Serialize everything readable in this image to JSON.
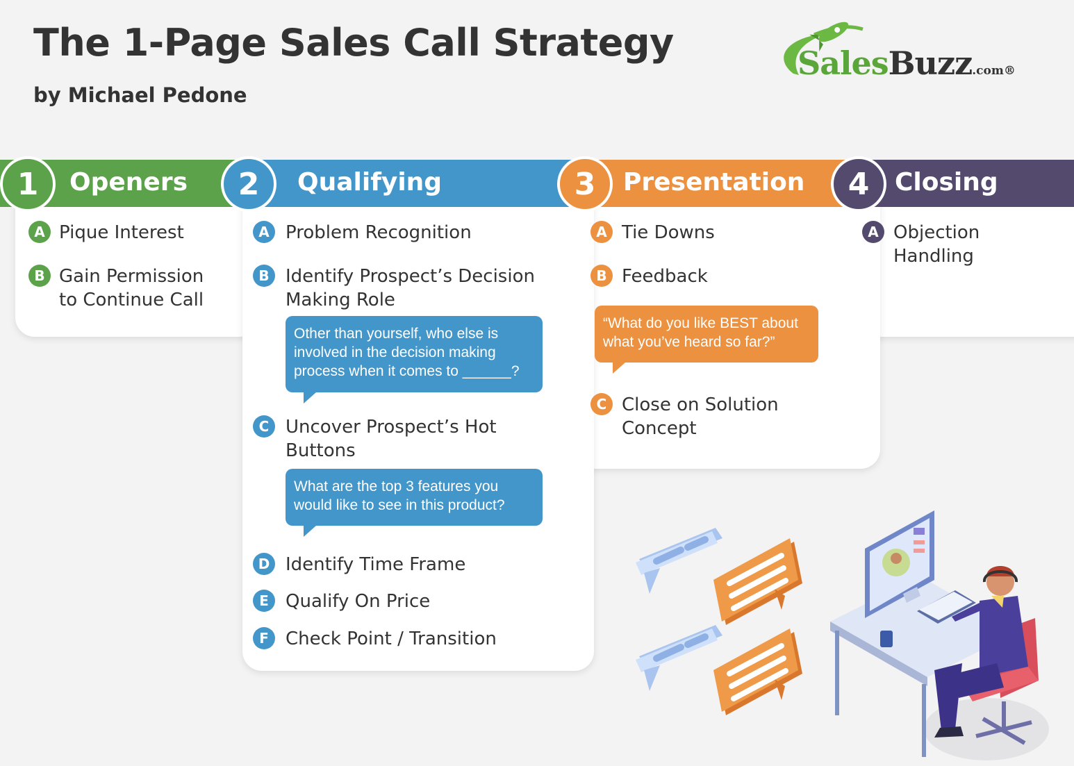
{
  "header": {
    "title": "The 1-Page Sales Call Strategy",
    "byline": "by Michael Pedone"
  },
  "logo": {
    "part1": "Sales",
    "part2": "Buzz",
    "suffix": ".com®",
    "icon": "rocket-icon"
  },
  "colors": {
    "openers": "#5ba24a",
    "qualifying": "#4396c9",
    "presentation": "#ec9140",
    "closing": "#534a6d"
  },
  "sections": [
    {
      "number": "1",
      "title": "Openers",
      "items": [
        {
          "letter": "A",
          "text": "Pique Interest"
        },
        {
          "letter": "B",
          "text": "Gain Permission to Continue Call"
        }
      ]
    },
    {
      "number": "2",
      "title": "Qualifying",
      "items": [
        {
          "letter": "A",
          "text": "Problem Recognition"
        },
        {
          "letter": "B",
          "text": "Identify Prospect’s Decision Making Role"
        },
        {
          "letter": "C",
          "text": "Uncover Prospect’s Hot Buttons"
        },
        {
          "letter": "D",
          "text": "Identify Time Frame"
        },
        {
          "letter": "E",
          "text": "Qualify On Price"
        },
        {
          "letter": "F",
          "text": "Check Point / Transition"
        }
      ],
      "bubbles": [
        "Other than yourself, who else is involved in the decision making process when it comes to ______?",
        "What are the top 3 features you would like to see in this product?"
      ]
    },
    {
      "number": "3",
      "title": "Presentation",
      "items": [
        {
          "letter": "A",
          "text": "Tie Downs"
        },
        {
          "letter": "B",
          "text": "Feedback"
        },
        {
          "letter": "C",
          "text": "Close on Solution Concept"
        }
      ],
      "bubbles": [
        "“What do you like BEST about what you’ve heard so far?”"
      ]
    },
    {
      "number": "4",
      "title": "Closing",
      "items": [
        {
          "letter": "A",
          "text": "Objection Handling"
        }
      ]
    }
  ],
  "illustration": {
    "icon": "salesperson-at-desk-illustration"
  }
}
